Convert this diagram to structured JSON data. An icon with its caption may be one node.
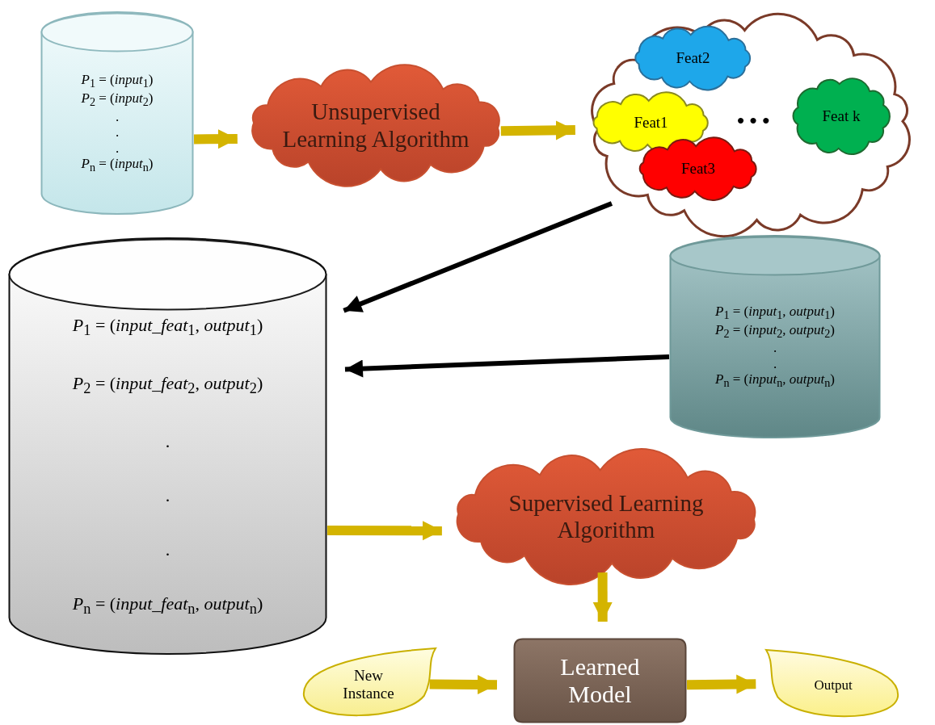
{
  "diagram": {
    "nodes": [
      {
        "text": [
          "*P*$_{1}$ = (*input*$_{1}$)",
          "*P*$_{2}$ = (*input*$_{2}$)",
          ".",
          ".",
          ".",
          "*P*$_{n}$ = (*input*$_{n}$)"
        ]
      },
      {
        "text": [
          "Unsupervised Learning Algorithm"
        ]
      },
      {
        "text": [],
        "shape": "cloud"
      },
      {
        "text": [
          "Feat2"
        ],
        "in": 2
      },
      {
        "text": [
          "Feat1"
        ],
        "in": 2
      },
      {
        "text": [
          "Feat k"
        ],
        "in": 2
      },
      {
        "text": [
          "Feat3"
        ],
        "in": 2
      },
      {
        "text": [
          "*P*$_{1}$ = (*input_feat*$_{1}$, *output*$_{1}$)",
          "*P*$_{2}$ = (*input_feat*$_{2}$, *output*$_{2}$)",
          ".",
          ".",
          ".",
          "*P*$_{n}$ = (*input_feat*$_{n}$, *output*$_{n}$)"
        ]
      },
      {
        "text": [
          "*P*$_{1}$ = (*input*$_{1}$, *output*$_{1}$)",
          "*P*$_{2}$ = (*input*$_{2}$, *output*$_{2}$)",
          ".",
          ".",
          "*P*$_{n}$ = (*input*$_{n}$, *output*$_{n}$)"
        ]
      },
      {
        "text": [
          "Supervised Learning Algorithm"
        ]
      },
      {
        "text": [
          "Learned Model"
        ]
      },
      {
        "text": [
          "New Instance"
        ]
      },
      {
        "text": [
          "Output"
        ]
      }
    ],
    "edges": [
      {
        "from": 0,
        "to": 1,
        "arrow": "to"
      },
      {
        "from": 1,
        "to": 2,
        "arrow": "to"
      },
      {
        "from": 2,
        "to": 7,
        "arrow": "to",
        "color": "#000000"
      },
      {
        "from": 8,
        "to": 7,
        "arrow": "to",
        "color": "#000000"
      },
      {
        "from": 7,
        "to": 9,
        "arrow": "to"
      },
      {
        "from": 9,
        "to": 10,
        "arrow": "to"
      },
      {
        "from": 11,
        "to": 10,
        "arrow": "to"
      },
      {
        "from": 10,
        "to": 12,
        "arrow": "to"
      }
    ],
    "labels": [
      "• • •"
    ]
  }
}
